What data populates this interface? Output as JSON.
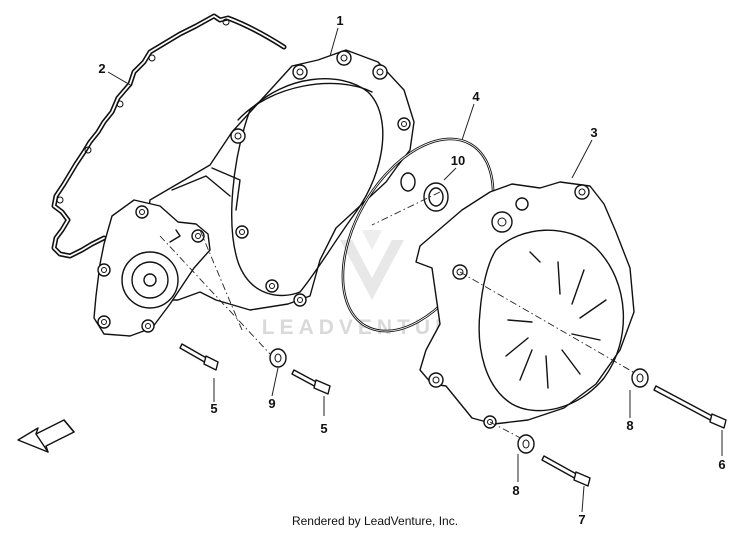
{
  "watermark": {
    "text": "LEADVENTURE"
  },
  "credit": "Rendered by LeadVenture, Inc.",
  "callouts": [
    {
      "id": "label-1",
      "text": "1"
    },
    {
      "id": "label-2",
      "text": "2"
    },
    {
      "id": "label-3",
      "text": "3"
    },
    {
      "id": "label-4",
      "text": "4"
    },
    {
      "id": "label-5a",
      "text": "5"
    },
    {
      "id": "label-5b",
      "text": "5"
    },
    {
      "id": "label-6",
      "text": "6"
    },
    {
      "id": "label-7",
      "text": "7"
    },
    {
      "id": "label-8a",
      "text": "8"
    },
    {
      "id": "label-8b",
      "text": "8"
    },
    {
      "id": "label-9",
      "text": "9"
    },
    {
      "id": "label-10",
      "text": "10"
    }
  ],
  "icons": {
    "direction_arrow": "front-direction-arrow-icon",
    "watermark_logo": "leadventure-logo-icon"
  }
}
